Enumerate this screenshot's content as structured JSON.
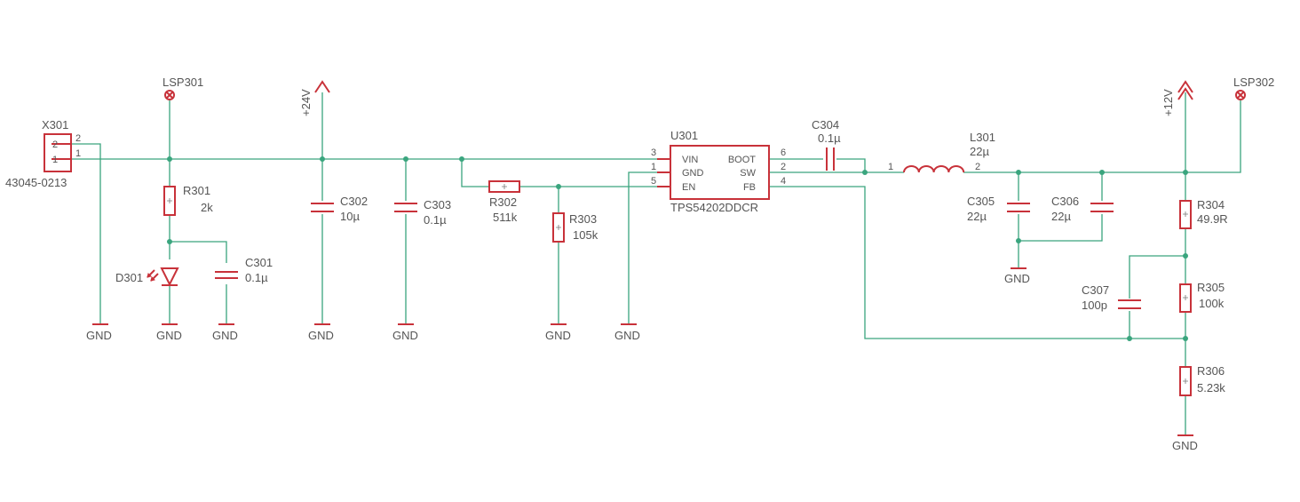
{
  "colors": {
    "symbol": "#c8323a",
    "wire": "#3aa57e",
    "text": "#555555"
  },
  "connector": {
    "name": "X301",
    "part": "43045-0213",
    "pins": [
      "2",
      "1"
    ]
  },
  "testpoints": {
    "in": "LSP301",
    "out": "LSP302"
  },
  "supplies": {
    "vin": "+24V",
    "vout": "+12V"
  },
  "ground": "GND",
  "r301": {
    "name": "R301",
    "value": "2k"
  },
  "d301": {
    "name": "D301"
  },
  "c301": {
    "name": "C301",
    "value": "0.1µ"
  },
  "c302": {
    "name": "C302",
    "value": "10µ"
  },
  "c303": {
    "name": "C303",
    "value": "0.1µ"
  },
  "r302": {
    "name": "R302",
    "value": "511k"
  },
  "r303": {
    "name": "R303",
    "value": "105k"
  },
  "u301": {
    "name": "U301",
    "part": "TPS54202DDCR",
    "left_pins": [
      {
        "num": "3",
        "name": "VIN"
      },
      {
        "num": "1",
        "name": "GND"
      },
      {
        "num": "5",
        "name": "EN"
      }
    ],
    "right_pins": [
      {
        "num": "6",
        "name": "BOOT"
      },
      {
        "num": "2",
        "name": "SW"
      },
      {
        "num": "4",
        "name": "FB"
      }
    ]
  },
  "c304": {
    "name": "C304",
    "value": "0.1µ"
  },
  "l301": {
    "name": "L301",
    "value": "22µ",
    "pin1": "1",
    "pin2": "2"
  },
  "c305": {
    "name": "C305",
    "value": "22µ"
  },
  "c306": {
    "name": "C306",
    "value": "22µ"
  },
  "r304": {
    "name": "R304",
    "value": "49.9R"
  },
  "r305": {
    "name": "R305",
    "value": "100k"
  },
  "r306": {
    "name": "R306",
    "value": "5.23k"
  },
  "c307": {
    "name": "C307",
    "value": "100p"
  }
}
